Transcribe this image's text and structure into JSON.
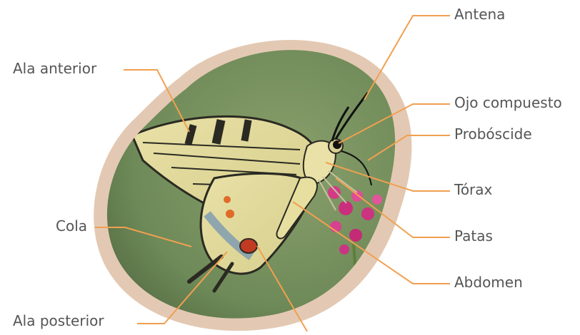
{
  "diagram": {
    "labels": {
      "antena": "Antena",
      "ojo_compuesto": "Ojo compuesto",
      "probosc": "Probóscide",
      "torax": "Tórax",
      "patas": "Patas",
      "abdomen": "Abdomen",
      "ala_anterior": "Ala anterior",
      "cola": "Cola",
      "ala_posterior": "Ala posterior"
    },
    "colors": {
      "leader_line": "#f0a050",
      "frame": "#e3c9b3",
      "background": "#6e8a58",
      "wing": "#e6dfa0",
      "vein": "#2a2a22",
      "label_text": "#555555"
    }
  }
}
